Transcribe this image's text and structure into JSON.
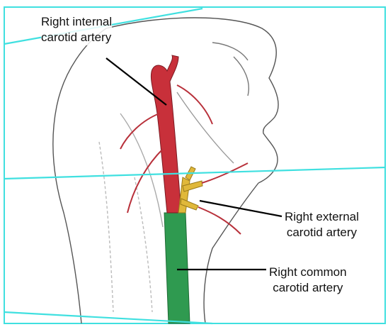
{
  "labels": {
    "internal": {
      "line1": "Right internal",
      "line2": "carotid artery"
    },
    "external": {
      "line1": "Right external",
      "line2": "carotid artery"
    },
    "common": {
      "line1": "Right common",
      "line2": "carotid artery"
    }
  },
  "colors": {
    "internal_carotid": "#c8303a",
    "external_carotid": "#e0b83a",
    "common_carotid": "#2f9a50",
    "frame_lines": "#40e0e0"
  }
}
